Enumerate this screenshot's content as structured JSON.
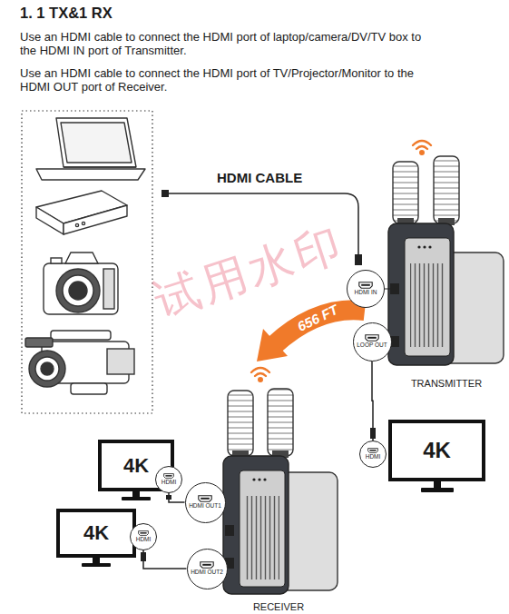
{
  "diagram": {
    "title": "1. 1 TX&1 RX",
    "nodes": [
      {
        "text": [
          "TRANSMITTER"
        ]
      },
      {
        "text": [
          "HDMI IN"
        ]
      },
      {
        "text": [
          "LOOP OUT"
        ]
      },
      {
        "text": [
          "4K"
        ]
      },
      {
        "text": [
          "HDMI"
        ]
      },
      {
        "text": [
          "RECEIVER"
        ]
      },
      {
        "text": [
          "4K"
        ]
      },
      {
        "text": [
          "HDMI"
        ]
      },
      {
        "text": [
          "HDMI OUT1"
        ]
      },
      {
        "text": [
          "4K"
        ]
      },
      {
        "text": [
          "HDMI"
        ]
      },
      {
        "text": [
          "HDMI OUT2"
        ]
      }
    ],
    "edges": [
      {
        "from": 2,
        "to": 4,
        "arrow": "none"
      },
      {
        "from": 8,
        "to": 7,
        "arrow": "none"
      },
      {
        "from": 11,
        "to": 10,
        "arrow": "none"
      }
    ],
    "labels": [
      "Use an HDMI cable to connect the HDMI port of laptop/camera/DV/TV box to the HDMI IN port of Transmitter.",
      "Use an HDMI cable to connect the HDMI port of TV/Projector/Monitor to the HDMI OUT port of Receiver.",
      "HDMI CABLE",
      "656 FT",
      "试用水印"
    ]
  }
}
